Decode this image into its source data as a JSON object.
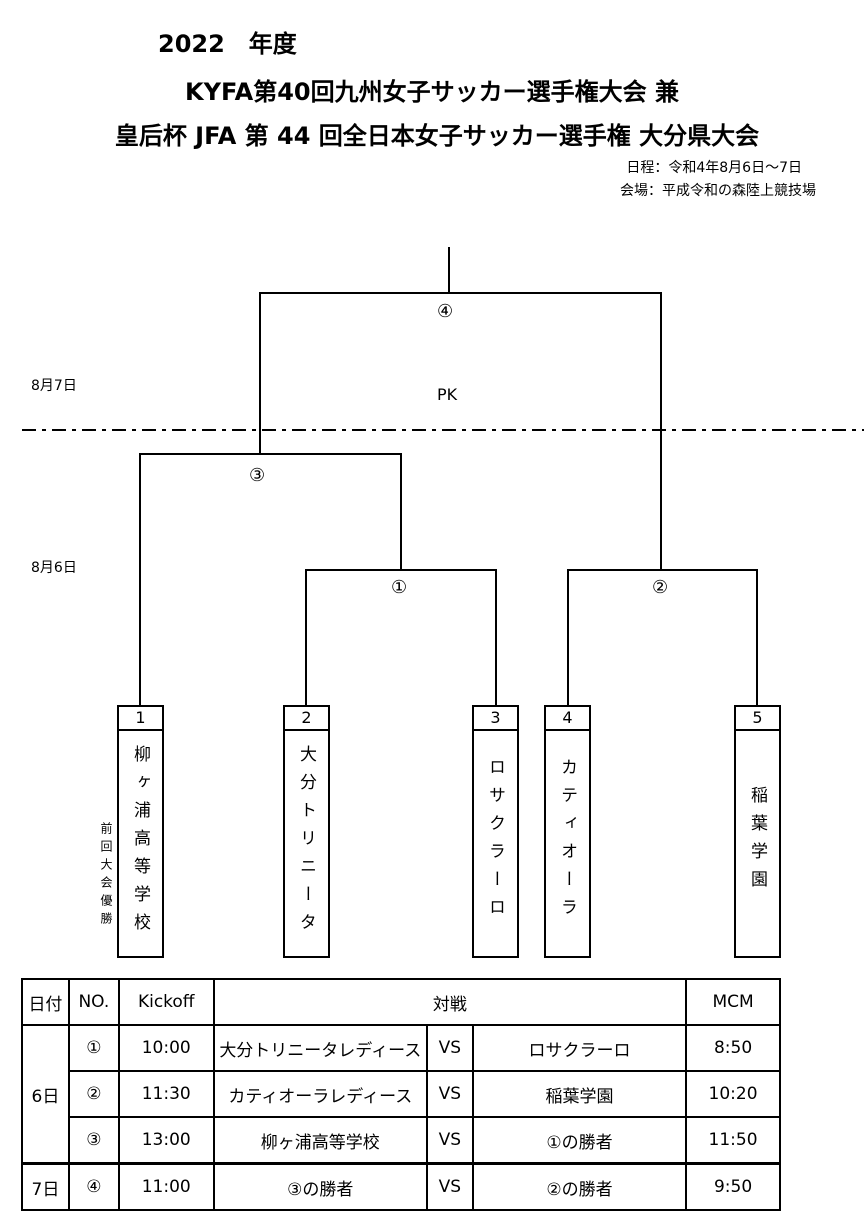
{
  "header": {
    "year_line": "2022　年度",
    "title_line1": "KYFA第40回九州女子サッカー選手権大会 兼",
    "title_line2": "皇后杯 JFA 第 44 回全日本女子サッカー選手権 大分県大会",
    "schedule": "日程：令和4年8月6日～7日",
    "venue": "会場：平成令和の森陸上競技場"
  },
  "bracket": {
    "day_label_top": "8月7日",
    "day_label_bottom": "8月6日",
    "final_label": "④",
    "final_note": "PK",
    "semi_label": "③",
    "match1_label": "①",
    "match2_label": "②",
    "teams": [
      {
        "num": "1",
        "name": "柳ヶ浦高等学校"
      },
      {
        "num": "2",
        "name": "大分トリニータ"
      },
      {
        "num": "3",
        "name": "ロサクラーロ"
      },
      {
        "num": "4",
        "name": "カティオーラ"
      },
      {
        "num": "5",
        "name": "稲葉学園"
      }
    ],
    "previous_winner_note": "前回大会優勝"
  },
  "schedule_table": {
    "headers": {
      "date": "日付",
      "no": "NO.",
      "kickoff": "Kickoff",
      "match": "対戦",
      "mcm": "MCM"
    },
    "rows": [
      {
        "date": "6日",
        "no": "①",
        "kickoff": "10:00",
        "home": "大分トリニータレディース",
        "vs": "VS",
        "away": "ロサクラーロ",
        "mcm": "8:50"
      },
      {
        "date": "",
        "no": "②",
        "kickoff": "11:30",
        "home": "カティオーラレディース",
        "vs": "VS",
        "away": "稲葉学園",
        "mcm": "10:20"
      },
      {
        "date": "",
        "no": "③",
        "kickoff": "13:00",
        "home": "柳ヶ浦高等学校",
        "vs": "VS",
        "away": "①の勝者",
        "mcm": "11:50"
      },
      {
        "date": "7日",
        "no": "④",
        "kickoff": "11:00",
        "home": "③の勝者",
        "vs": "VS",
        "away": "②の勝者",
        "mcm": "9:50"
      }
    ]
  }
}
